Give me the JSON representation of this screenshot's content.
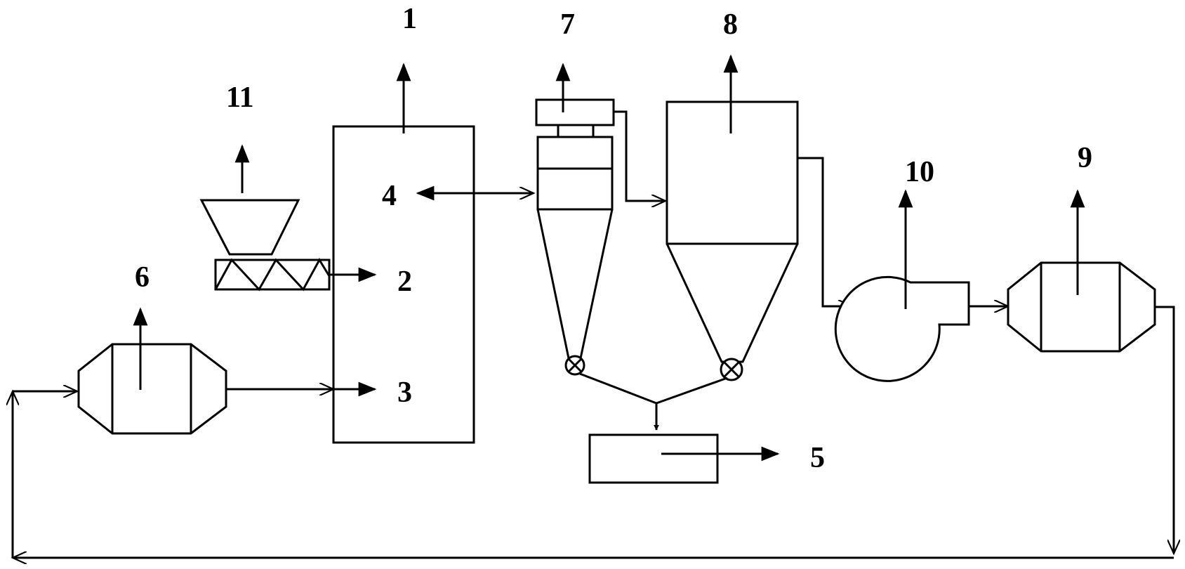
{
  "labels": {
    "reactor": "1",
    "screw_feed": "2",
    "gas_inlet": "3",
    "outlet": "4",
    "product_bin": "5",
    "heater_left": "6",
    "cyclone": "7",
    "filter": "8",
    "heater_right": "9",
    "blower": "10",
    "hopper": "11"
  },
  "colors": {
    "line": "#000000",
    "background": "#ffffff"
  }
}
